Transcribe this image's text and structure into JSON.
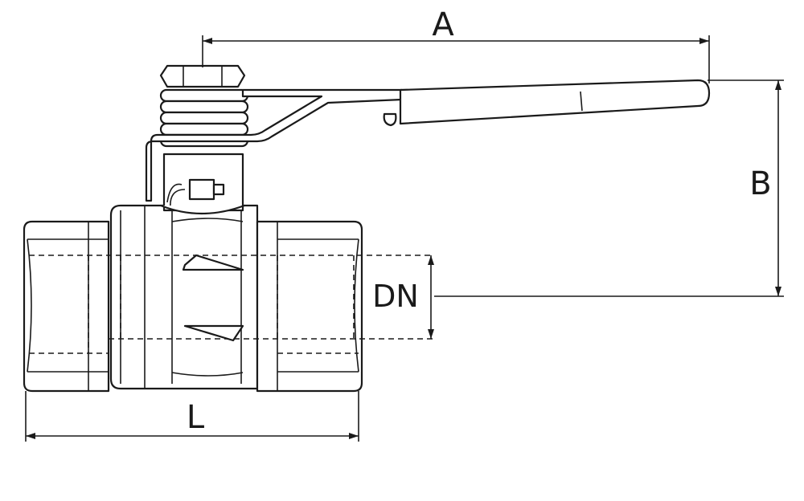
{
  "labels": {
    "a": "A",
    "b": "B",
    "dn": "DN",
    "l": "L"
  },
  "colors": {
    "line": "#1a1a1a",
    "background": "#ffffff"
  }
}
